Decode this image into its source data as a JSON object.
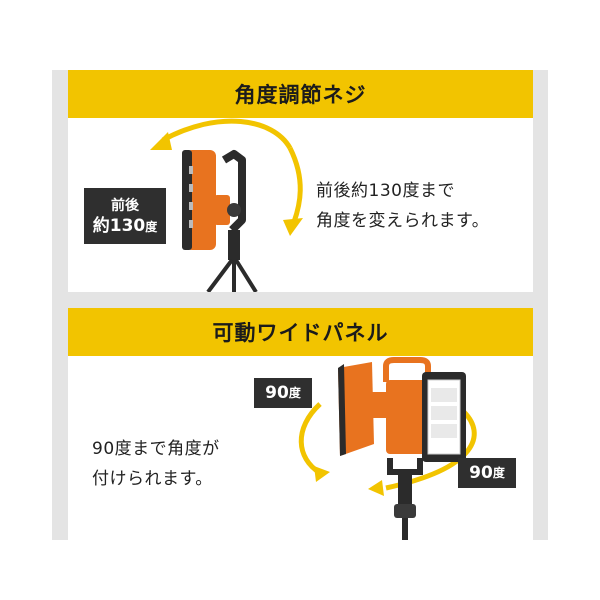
{
  "section1": {
    "title": "角度調節ネジ",
    "label": {
      "line1": "前後",
      "line2_num": "約130",
      "line2_unit": "度"
    },
    "description": {
      "line1": "前後約130度まで",
      "line2": "角度を変えられます。"
    }
  },
  "section2": {
    "title": "可動ワイドパネル",
    "label_left": {
      "num": "90",
      "unit": "度"
    },
    "label_right": {
      "num": "90",
      "unit": "度"
    },
    "description": {
      "line1": "90度まで角度が",
      "line2": "付けられます。"
    }
  },
  "colors": {
    "band": "#f2c400",
    "arrow": "#f2c400",
    "product_orange": "#e8731f",
    "product_dark": "#2b2b2b",
    "label_bg": "#2f2f2f"
  }
}
